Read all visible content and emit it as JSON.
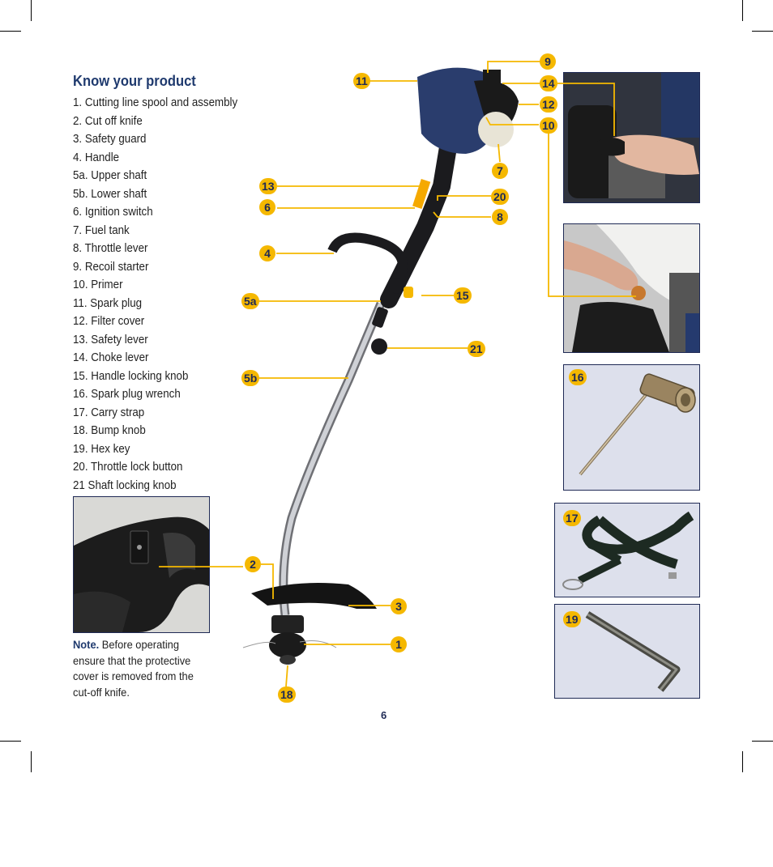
{
  "heading": "Know your product",
  "parts": [
    "1. Cutting line spool and assembly",
    "2. Cut off knife",
    "3. Safety guard",
    "4. Handle",
    "5a. Upper shaft",
    "5b. Lower shaft",
    "6. Ignition switch",
    "7. Fuel tank",
    "8. Throttle lever",
    "9. Recoil starter",
    "10. Primer",
    "11. Spark plug",
    "12. Filter cover",
    "13. Safety lever",
    "14. Choke lever",
    "15. Handle locking knob",
    "16. Spark plug wrench",
    "17. Carry strap",
    "18. Bump knob",
    "19. Hex key",
    "20. Throttle lock button",
    "21 Shaft locking knob"
  ],
  "note": {
    "label": "Note.",
    "text": " Before operating ensure that the protective cover is removed from the cut-off knife."
  },
  "callouts": {
    "c1": "1",
    "c2": "2",
    "c3": "3",
    "c4": "4",
    "c5a": "5a",
    "c5b": "5b",
    "c6": "6",
    "c7": "7",
    "c8": "8",
    "c9": "9",
    "c10": "10",
    "c11": "11",
    "c12": "12",
    "c13": "13",
    "c14": "14",
    "c15": "15",
    "c16": "16",
    "c17": "17",
    "c18": "18",
    "c19": "19",
    "c20": "20",
    "c21": "21"
  },
  "page_number": "6",
  "colors": {
    "heading": "#1f3a6e",
    "badge": "#f5b800",
    "panel_border": "#1f2a55",
    "panel_bg": "#dde0ec"
  }
}
